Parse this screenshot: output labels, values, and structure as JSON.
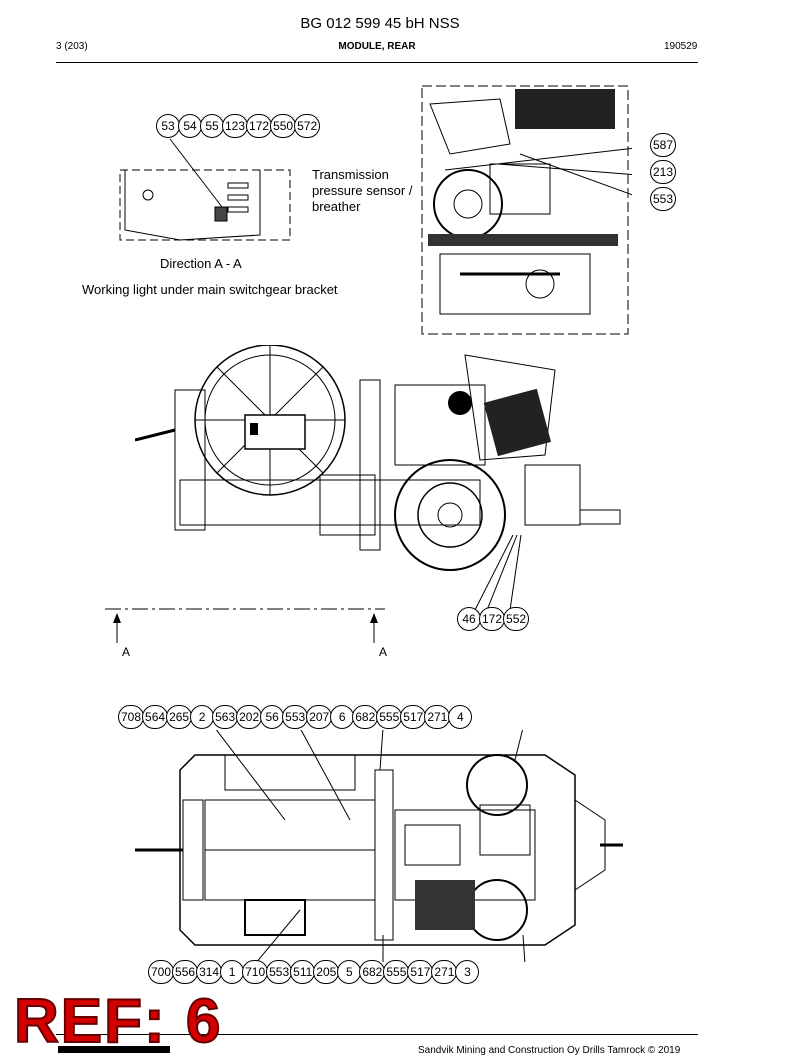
{
  "header": {
    "doc_title": "BG 012 599 45 bH NSS",
    "page": "3 (203)",
    "section": "MODULE, REAR",
    "date": "190529"
  },
  "detail_a": {
    "balloons": [
      "53",
      "54",
      "55",
      "123",
      "172",
      "550",
      "572"
    ],
    "caption_view": "Direction A - A",
    "caption_desc": "Working light under main switchgear bracket"
  },
  "detail_b": {
    "note": "Transmission\npressure sensor /\nbreather",
    "balloons": [
      "587",
      "213",
      "553"
    ]
  },
  "side_view": {
    "balloons": [
      "46",
      "172",
      "552"
    ],
    "arrow_left": "A",
    "arrow_right": "A"
  },
  "top_view": {
    "balloons_top": [
      "708",
      "564",
      "265",
      "2",
      "563",
      "202",
      "56",
      "553",
      "207",
      "6",
      "682",
      "555",
      "517",
      "271",
      "4"
    ],
    "balloons_bottom": [
      "700",
      "556",
      "314",
      "1",
      "710",
      "553",
      "511",
      "205",
      "5",
      "682",
      "555",
      "517",
      "271",
      "3"
    ]
  },
  "footer": {
    "ref_stamp": "REF: 6",
    "copyright": "Sandvik Mining and Construction Oy Drills Tamrock © 2019"
  }
}
